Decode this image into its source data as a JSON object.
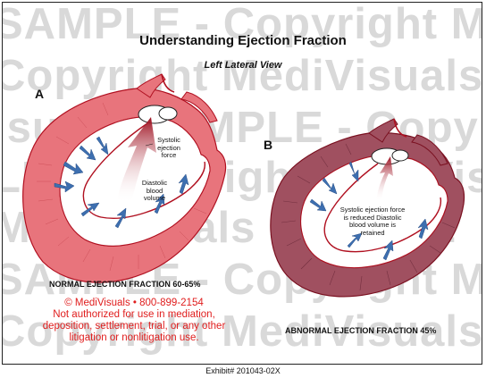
{
  "title": "Understanding Ejection Fraction",
  "subtitle": "Left Lateral View",
  "watermark_lines": [
    "SAMPLE - Copyright M",
    "Copyright MediVisuals",
    "isuals SAMPLE - Copy",
    "LE - Copyright MediVis",
    "MediVisuals SAMPLE",
    "SAMPLE - Copyright M",
    "Copyright MediVisuals"
  ],
  "panel_a": {
    "letter": "A",
    "label_systolic": "Systolic ejection force",
    "label_diastolic": "Diastolic blood volume",
    "caption": "NORMAL EJECTION FRACTION 60-65%"
  },
  "panel_b": {
    "letter": "B",
    "label": "Systolic ejection force is reduced Diastolic blood volume is retained",
    "caption": "ABNORMAL EJECTION FRACTION 45%"
  },
  "copyright": {
    "line1": "© MediVisuals • 800-899-2154",
    "line2": "Not authorized for use in mediation, deposition, settlement, trial, or any other litigation or nonlitigation use."
  },
  "exhibit": "Exhibit# 201043-02X",
  "colors": {
    "muscle_normal": "#e8747c",
    "muscle_abnormal": "#a05060",
    "outline": "#b01020",
    "arrow_blue": "#3d6fb0",
    "copyright_red": "#e01d1d"
  }
}
